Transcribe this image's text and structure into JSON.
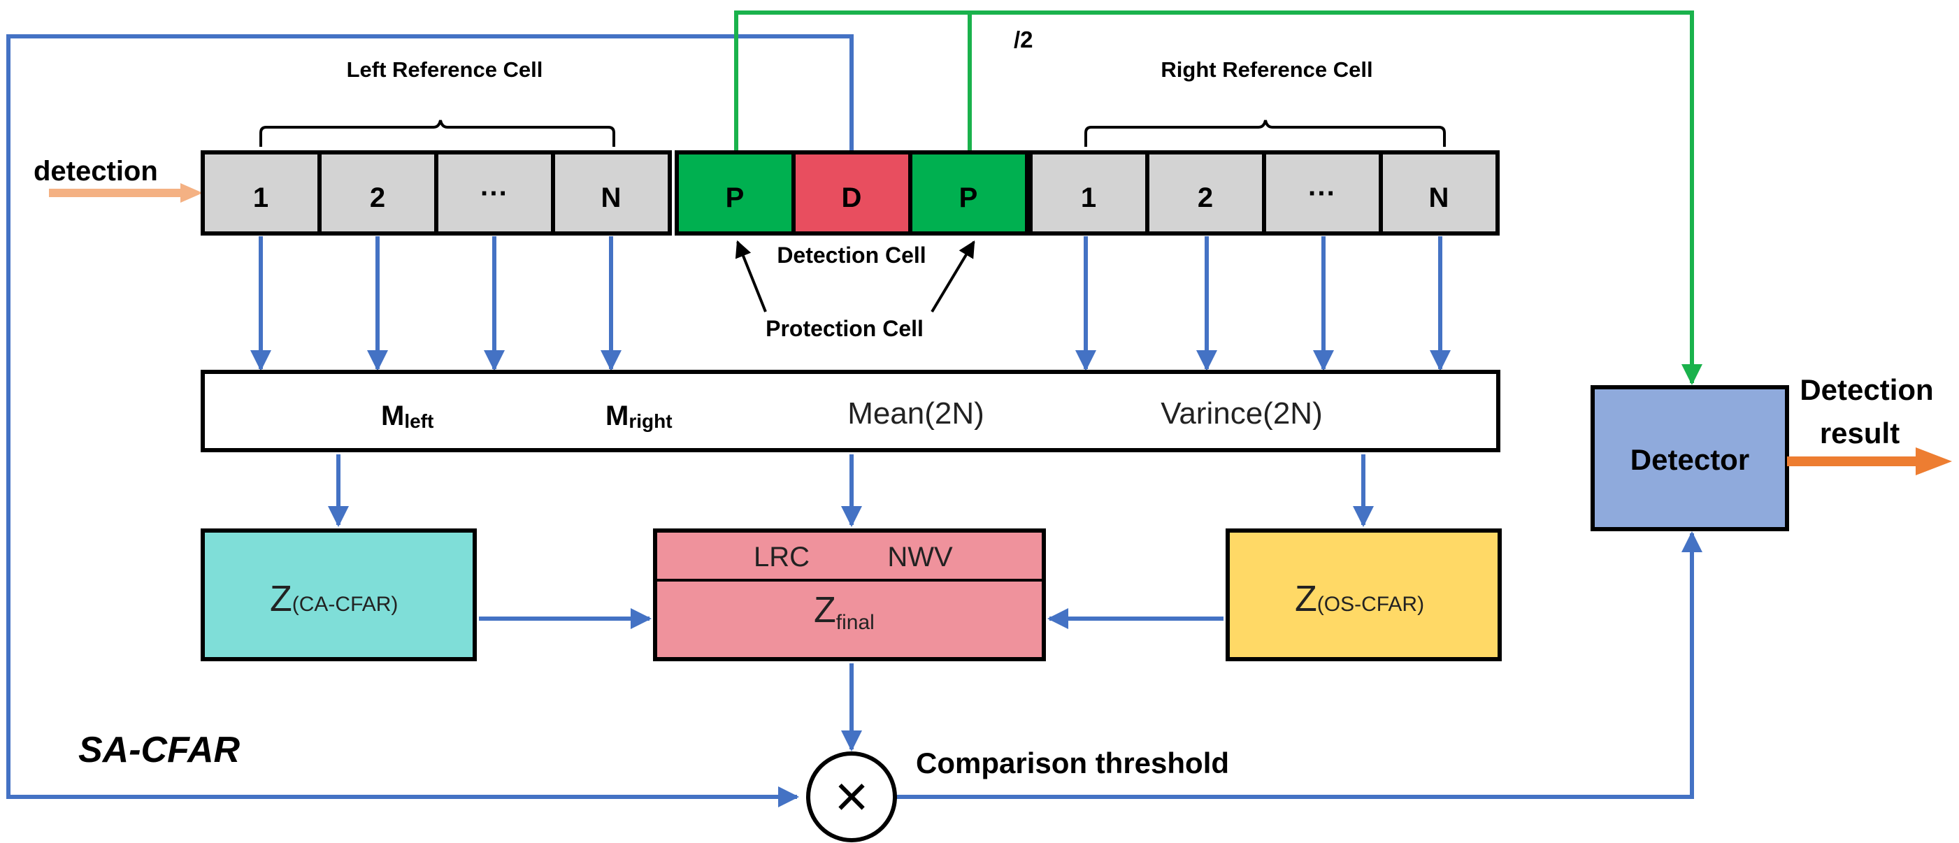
{
  "labels": {
    "left_reference": "Left Reference Cell",
    "right_reference": "Right Reference Cell",
    "half": "/2",
    "detection_in": "detection",
    "detection_cell": "Detection Cell",
    "protection_cell": "Protection Cell",
    "sa_cfar": "SA-CFAR",
    "comparison": "Comparison threshold",
    "detection_result_line1": "Detection",
    "detection_result_line2": "result",
    "multiply_symbol": "×"
  },
  "cells": {
    "left": [
      "1",
      "2",
      "···",
      "N"
    ],
    "center": [
      "P",
      "D",
      "P"
    ],
    "right": [
      "1",
      "2",
      "···",
      "N"
    ]
  },
  "stats_bar": {
    "m_left_main": "M",
    "m_left_sub": "left",
    "m_right_main": "M",
    "m_right_sub": "right",
    "mean": "Mean(2N)",
    "variance": "Varince(2N)"
  },
  "boxes": {
    "ca_main": "Z",
    "ca_sub": "(CA-CFAR)",
    "os_main": "Z",
    "os_sub": "(OS-CFAR)",
    "final_top_a": "LRC",
    "final_top_b": "NWV",
    "final_main": "Z",
    "final_sub": "final",
    "detector": "Detector"
  },
  "colors": {
    "blue_line": "#4472c4",
    "green_line": "#1ab24c",
    "orange_arrow": "#ed7d31",
    "input_arrow": "#f4b183",
    "cell_gray": "#d3d3d3",
    "cell_green": "#00b050",
    "cell_red": "#e84e5f",
    "ca_box": "#7fded8",
    "final_box": "#ef929c",
    "os_box": "#ffd966",
    "detector_box": "#8faadc"
  }
}
